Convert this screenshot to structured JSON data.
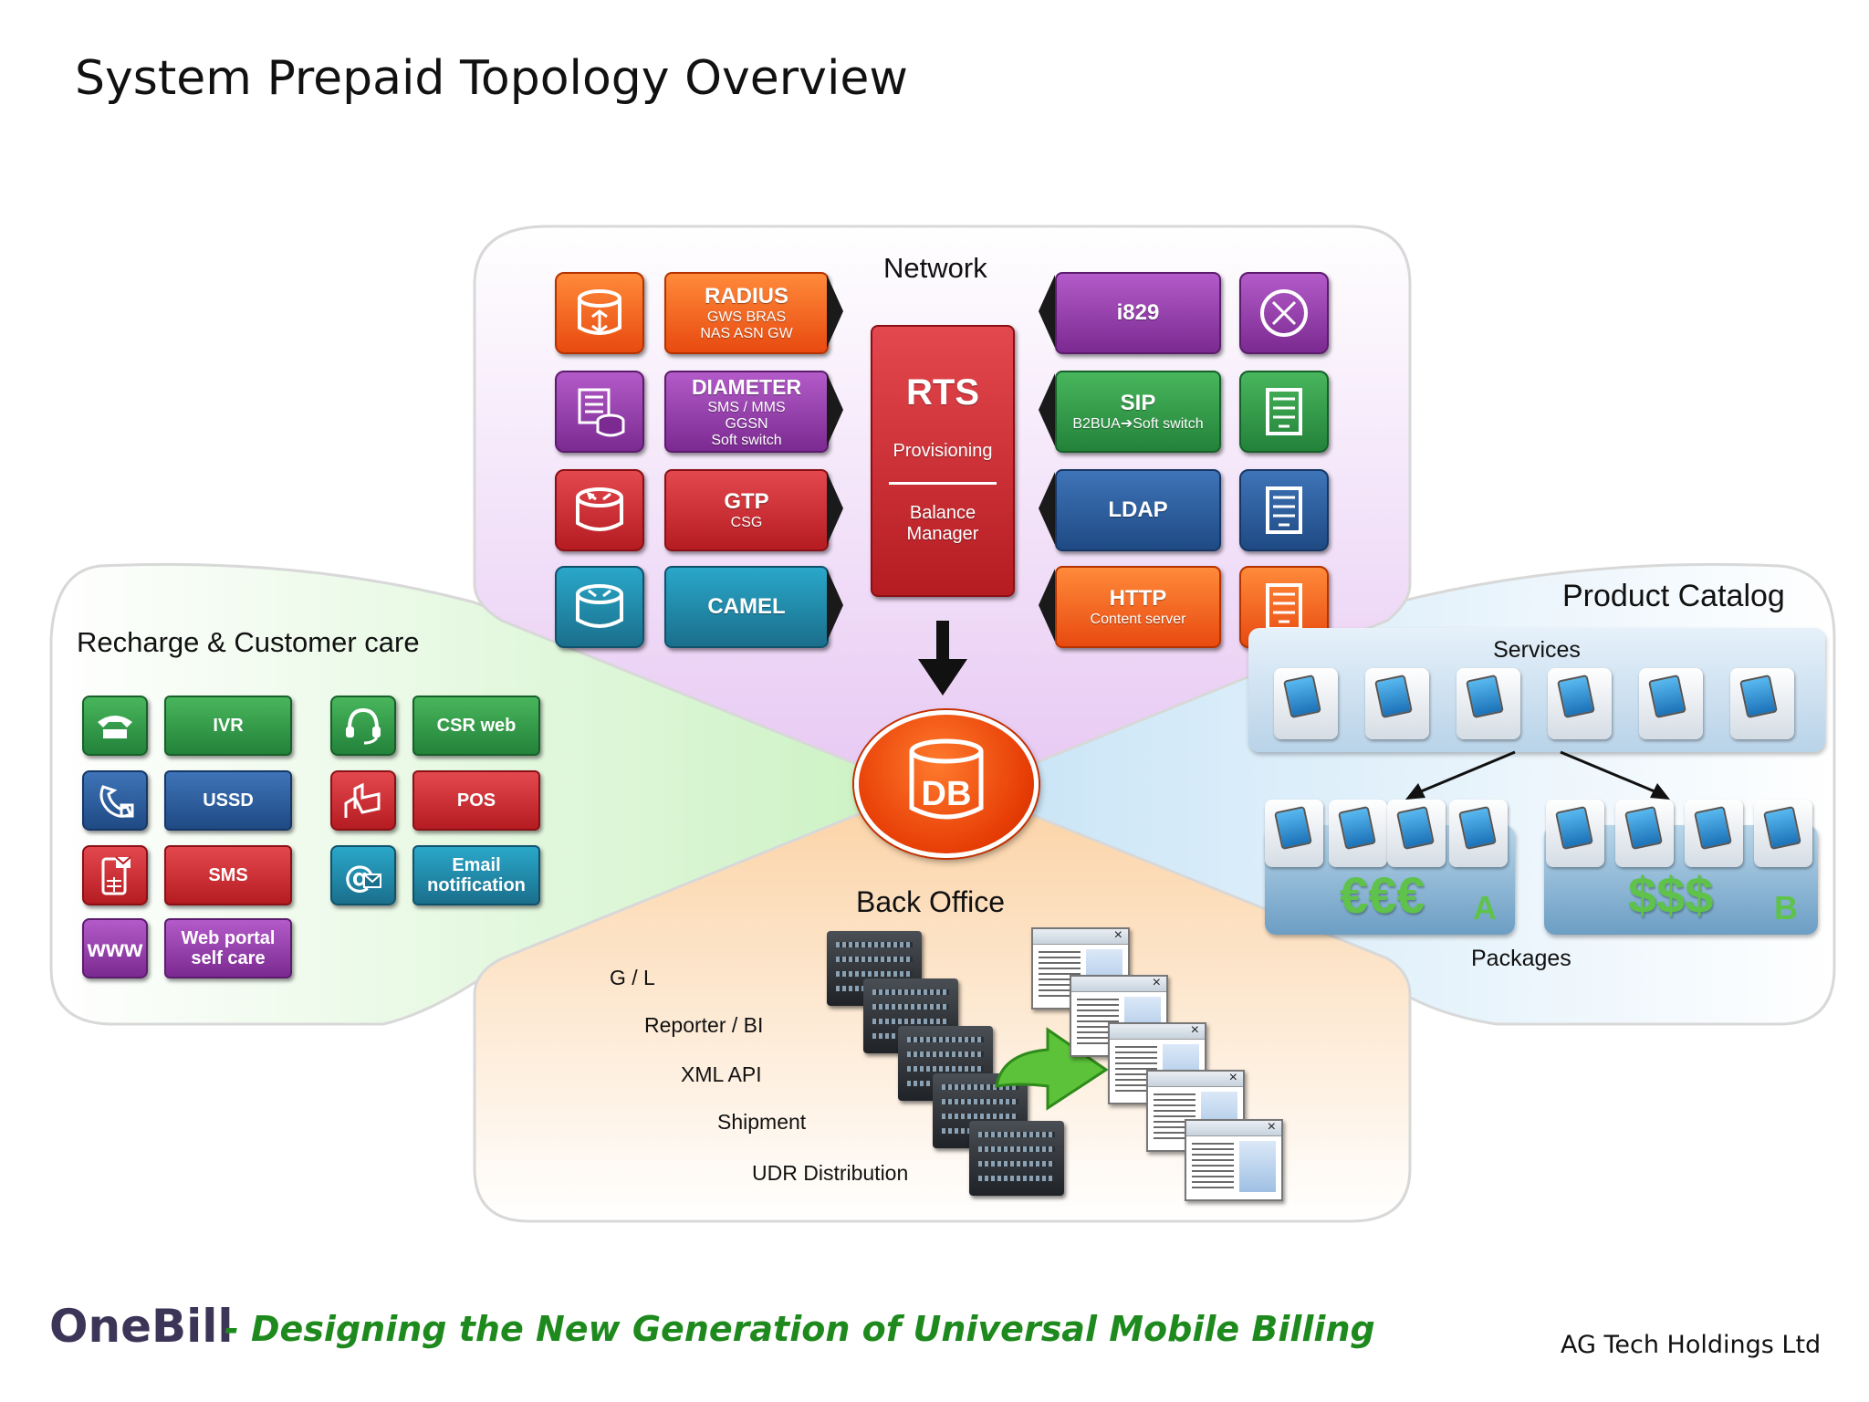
{
  "title": "System Prepaid Topology Overview",
  "network": {
    "label": "Network",
    "left_tiles": [
      {
        "name": "RADIUS",
        "sub": [
          "GWS      BRAS",
          "NAS    ASN GW"
        ]
      },
      {
        "name": "DIAMETER",
        "sub": [
          "SMS / MMS",
          "GGSN",
          "Soft switch"
        ]
      },
      {
        "name": "GTP",
        "sub": [
          "CSG"
        ]
      },
      {
        "name": "CAMEL",
        "sub": []
      }
    ],
    "right_tiles": [
      {
        "name": "i829",
        "sub": []
      },
      {
        "name": "SIP",
        "sub": [
          "B2BUA➔Soft switch"
        ]
      },
      {
        "name": "LDAP",
        "sub": []
      },
      {
        "name": "HTTP",
        "sub": [
          "Content server"
        ]
      }
    ],
    "rts": {
      "name": "RTS",
      "provisioning": "Provisioning",
      "balance": "Balance",
      "manager": "Manager"
    }
  },
  "db_label": "DB",
  "recharge": {
    "label": "Recharge & Customer care",
    "items": [
      "IVR",
      "USSD",
      "SMS",
      "Web portal",
      "self care",
      "CSR web",
      "POS",
      "Email",
      "notification"
    ],
    "www": "www"
  },
  "catalog": {
    "label": "Product Catalog",
    "services": "Services",
    "packages": "Packages",
    "pkg_a_symbol": "€€€",
    "pkg_a_letter": "A",
    "pkg_b_symbol": "$$$",
    "pkg_b_letter": "B"
  },
  "back_office": {
    "label": "Back Office",
    "items": [
      "G / L",
      "Reporter / BI",
      "XML  API",
      "Shipment",
      "UDR Distribution"
    ]
  },
  "footer": {
    "brand": "OneBill",
    "tagline": "- Designing the New Generation of Universal Mobile Billing",
    "company": "AG Tech Holdings Ltd"
  },
  "colors": {
    "orange": "#e84a10",
    "purple": "#7b2a91",
    "red": "#b51c22",
    "teal": "#1a6f8c",
    "green": "#23823a",
    "blue": "#1f4a84",
    "tagline_green": "#1e8a1e",
    "brand": "#3d3558"
  }
}
